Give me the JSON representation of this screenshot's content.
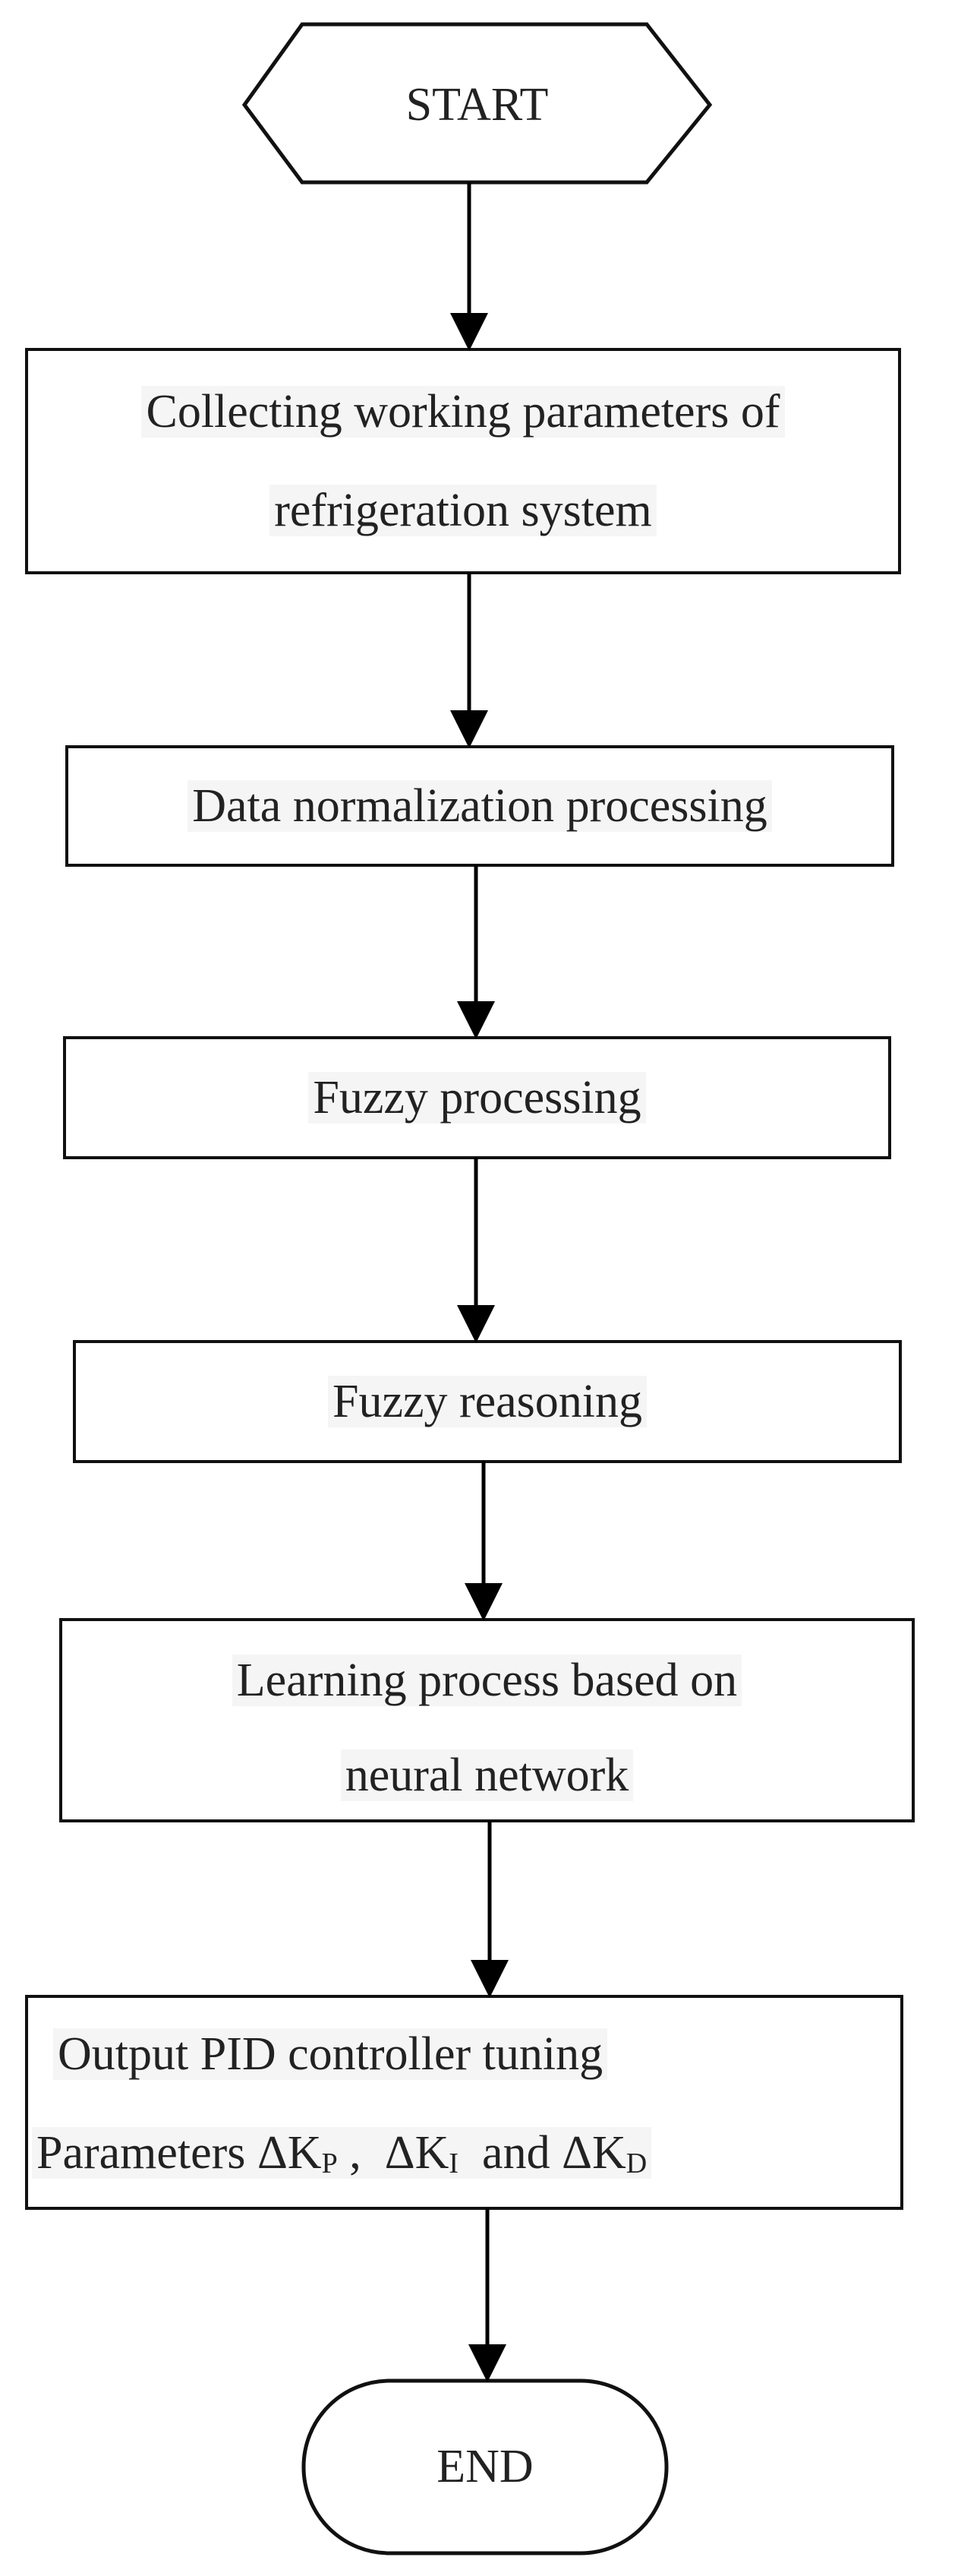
{
  "flowchart": {
    "start": "START",
    "step1": {
      "line1": "Collecting working parameters of",
      "line2": "refrigeration system"
    },
    "step2": "Data normalization processing",
    "step3": "Fuzzy processing",
    "step4": "Fuzzy reasoning",
    "step5": {
      "line1": "Learning process based on",
      "line2": "neural network"
    },
    "step6": {
      "line1": "Output PID controller tuning",
      "line2_prefix": "Parameters ",
      "delta": "ΔK",
      "sub_p": "P",
      "sep": " ,  ",
      "sub_i": "I",
      "and": "  and ",
      "sub_d": "D"
    },
    "end": "END"
  }
}
